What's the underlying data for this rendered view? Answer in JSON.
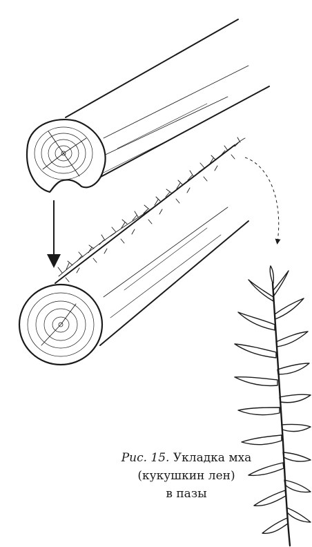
{
  "figure": {
    "label": "Рис. 15.",
    "caption_lines": [
      "Укладка мха",
      "(кукушкин лен)",
      "в пазы"
    ]
  },
  "illustration": {
    "subjects": [
      "log-top",
      "log-bottom",
      "moss-strip",
      "moss-plant",
      "down-arrow",
      "dashed-arrow"
    ],
    "ink_color": "#1a1a1a",
    "background_color": "#ffffff"
  }
}
